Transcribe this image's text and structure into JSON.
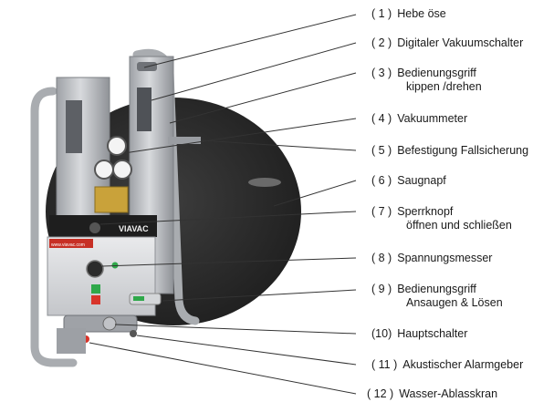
{
  "device": {
    "brand": "VIAVAC",
    "panel_small_text": "www.viavac.com"
  },
  "labels": [
    {
      "number": "( 1 )",
      "text": "Hebe öse",
      "sub": ""
    },
    {
      "number": "( 2 )",
      "text": "Digitaler Vakuumschalter",
      "sub": ""
    },
    {
      "number": "( 3 )",
      "text": "Bedienungsgriff",
      "sub": "kippen /drehen"
    },
    {
      "number": "( 4 )",
      "text": "Vakuummeter",
      "sub": ""
    },
    {
      "number": "( 5 )",
      "text": "Befestigung Fallsicherung",
      "sub": ""
    },
    {
      "number": "( 6 )",
      "text": "Saugnapf",
      "sub": ""
    },
    {
      "number": "( 7 )",
      "text": "Sperrknopf",
      "sub": "öffnen und schließen"
    },
    {
      "number": "( 8 )",
      "text": "Spannungsmesser",
      "sub": ""
    },
    {
      "number": "( 9 )",
      "text": "Bedienungsgriff",
      "sub": "Ansaugen & Lösen"
    },
    {
      "number": "(10)",
      "text": "Hauptschalter",
      "sub": ""
    },
    {
      "number": "( 11 )",
      "text": "Akustischer Alarmgeber",
      "sub": ""
    },
    {
      "number": "( 12 )",
      "text": "Wasser-Ablasskran",
      "sub": ""
    }
  ],
  "colors": {
    "leader": "#333333",
    "metal": "#b9bcc0",
    "metal_dark": "#8d9095",
    "suction_plate": "#2f2f2f",
    "brass": "#c9a23a",
    "green_button": "#2fa84a",
    "red_button": "#d8342a"
  }
}
